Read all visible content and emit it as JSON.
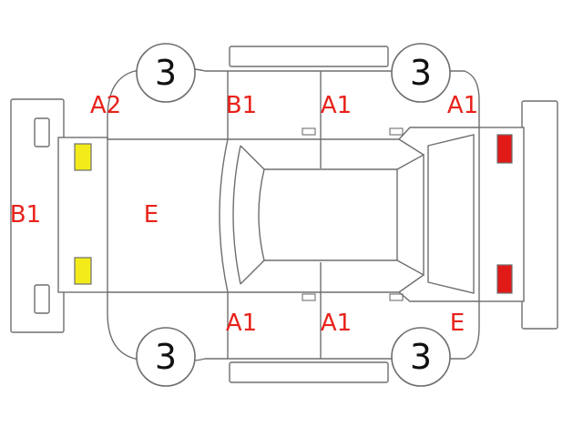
{
  "colors": {
    "label": "#e8221b",
    "lamp_front": "#f3ec1a",
    "lamp_rear": "#e11a17",
    "outline": "#6e6e6e"
  },
  "wheels": {
    "front_left": "3",
    "front_right": "3",
    "rear_left": "3",
    "rear_right": "3"
  },
  "labels": {
    "front_bumper": "B1",
    "hood": "E",
    "front_left_fender": "A2",
    "front_left_door": "B1",
    "rear_left_door": "A1",
    "rear_left_quarter": "A1",
    "front_right_door": "A1",
    "rear_right_door": "A1",
    "rear_right_quarter": "E"
  }
}
